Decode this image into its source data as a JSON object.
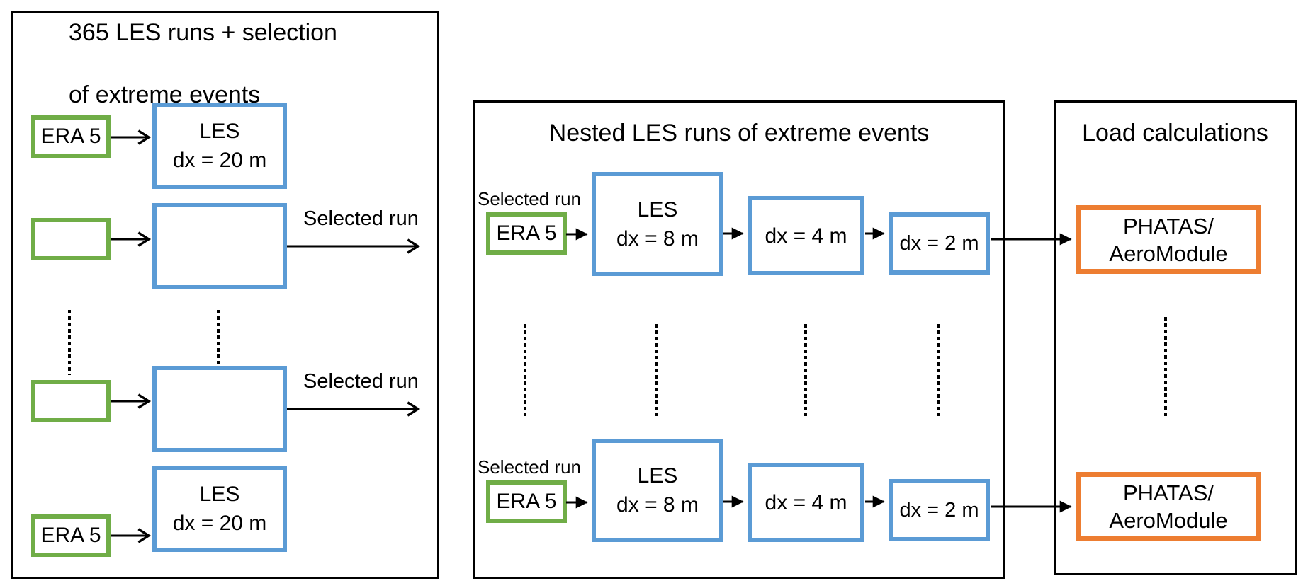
{
  "colors": {
    "panel_border": "#000000",
    "input_box_green": "#70AD47",
    "les_box_blue": "#5B9BD5",
    "load_box_orange": "#ED7D31"
  },
  "left_panel": {
    "title_line1": "365 LES runs + selection",
    "title_line2": "of extreme events",
    "row1": {
      "input_label": "ERA 5",
      "les_line1": "LES",
      "les_line2": "dx = 20 m"
    },
    "row2": {
      "output_label": "Selected run"
    },
    "row3": {
      "output_label": "Selected run"
    },
    "row4": {
      "input_label": "ERA 5",
      "les_line1": "LES",
      "les_line2": "dx = 20 m"
    }
  },
  "middle_panel": {
    "title": "Nested LES runs of extreme events",
    "row1": {
      "input_caption": "Selected run",
      "input_label": "ERA 5",
      "nest1_line1": "LES",
      "nest1_line2": "dx = 8 m",
      "nest2_label": "dx = 4 m",
      "nest3_label": "dx = 2 m"
    },
    "row2": {
      "input_caption": "Selected run",
      "input_label": "ERA 5",
      "nest1_line1": "LES",
      "nest1_line2": "dx = 8 m",
      "nest2_label": "dx = 4 m",
      "nest3_label": "dx = 2 m"
    }
  },
  "right_panel": {
    "title": "Load calculations",
    "box1": {
      "line1": "PHATAS/",
      "line2": "AeroModule"
    },
    "box2": {
      "line1": "PHATAS/",
      "line2": "AeroModule"
    }
  }
}
